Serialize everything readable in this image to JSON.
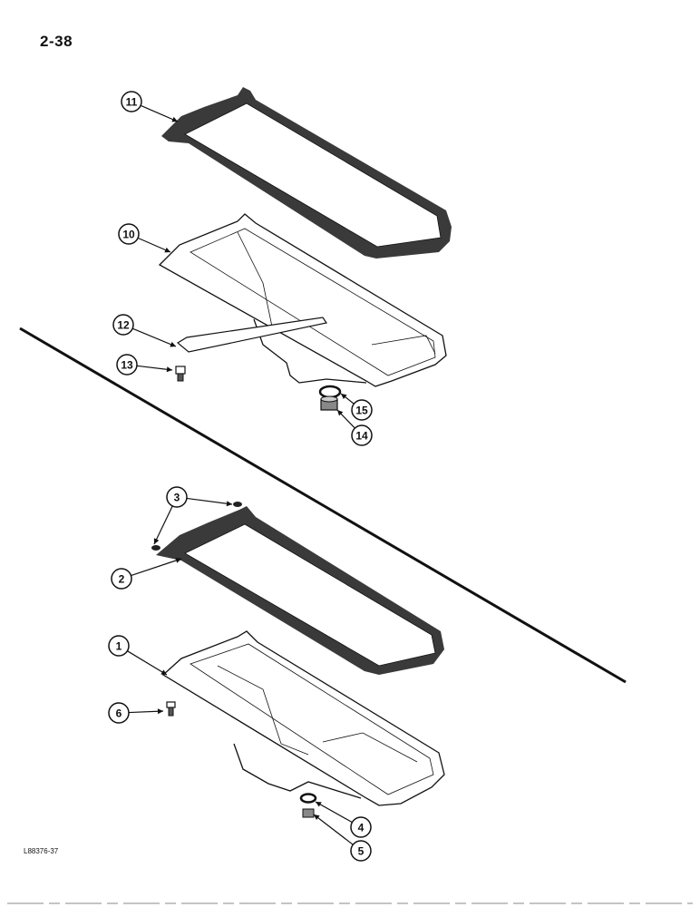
{
  "page": {
    "number": "2-38",
    "figure_id": "L88376-37"
  },
  "callouts": [
    {
      "label": "11",
      "part": "gasket-upper"
    },
    {
      "label": "10",
      "part": "oil-pan-upper"
    },
    {
      "label": "12",
      "part": "strip"
    },
    {
      "label": "13",
      "part": "bolt-upper"
    },
    {
      "label": "15",
      "part": "washer-upper"
    },
    {
      "label": "14",
      "part": "drain-plug-upper"
    },
    {
      "label": "3",
      "part": "seal-dots"
    },
    {
      "label": "2",
      "part": "gasket-lower"
    },
    {
      "label": "1",
      "part": "oil-pan-lower"
    },
    {
      "label": "6",
      "part": "bolt-lower"
    },
    {
      "label": "4",
      "part": "washer-lower"
    },
    {
      "label": "5",
      "part": "drain-plug-lower"
    }
  ],
  "colors": {
    "ink": "#111111",
    "gasket": "#3a3a3a",
    "paper": "#ffffff"
  }
}
